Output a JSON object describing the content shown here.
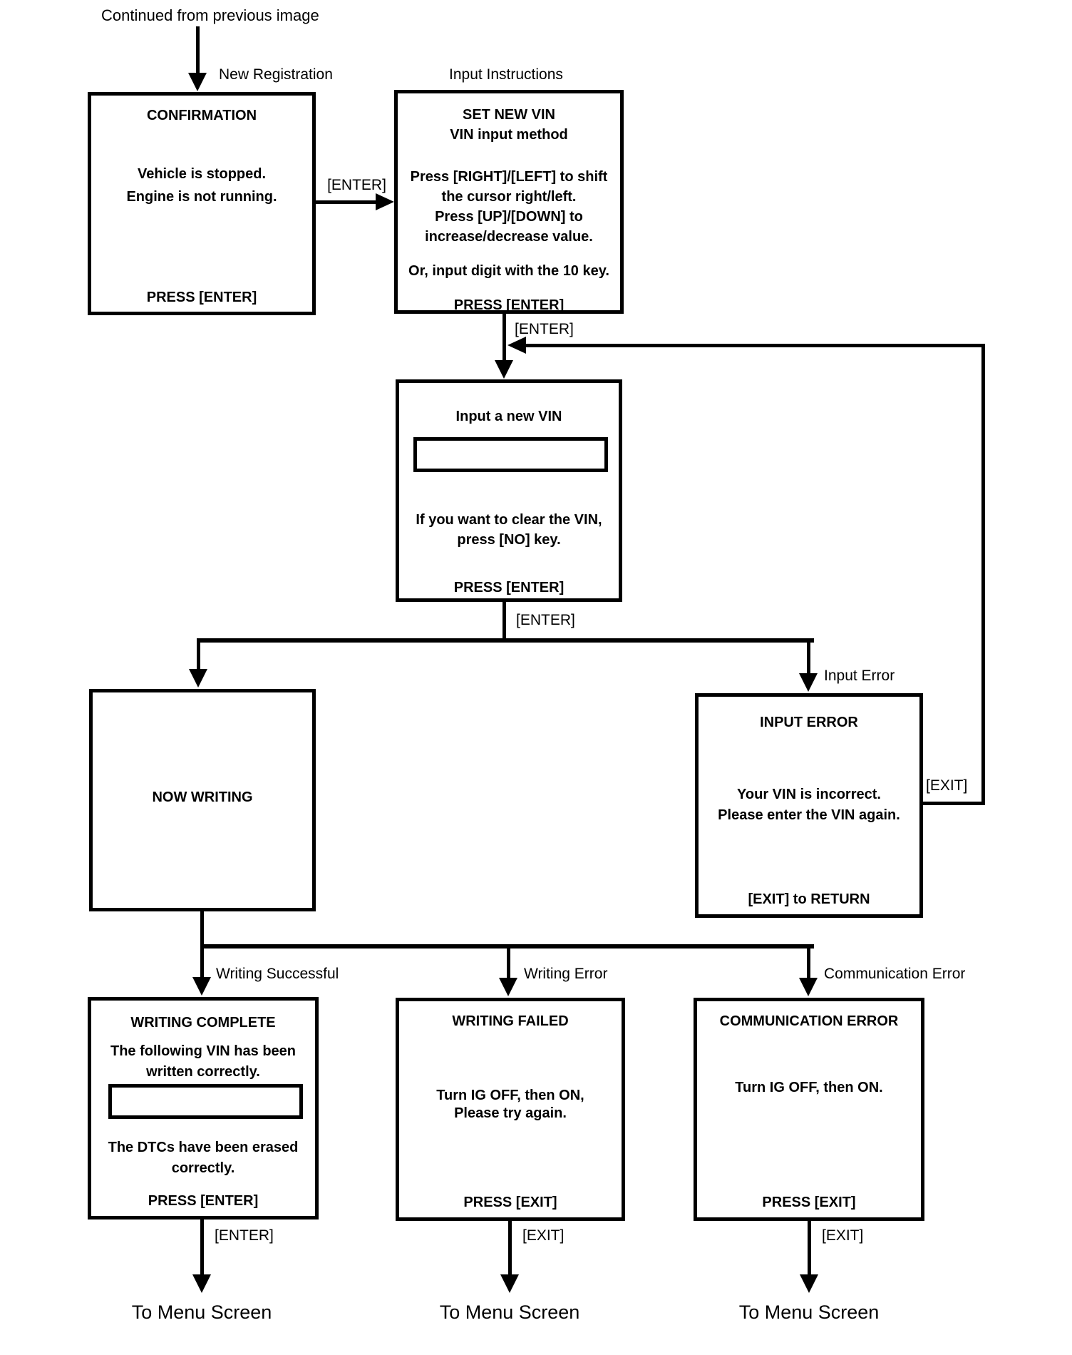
{
  "page": {
    "continued_from": "Continued from previous image"
  },
  "labels": {
    "new_registration": "New Registration",
    "input_instructions": "Input Instructions",
    "input_error": "Input Error",
    "writing_successful": "Writing Successful",
    "writing_error": "Writing Error",
    "communication_error": "Communication Error",
    "enter_key": "[ENTER]",
    "exit_key": "[EXIT]",
    "to_menu_screen": "To Menu Screen"
  },
  "screens": {
    "confirmation": {
      "title": "CONFIRMATION",
      "body": [
        "Vehicle is stopped.",
        "Engine is not running."
      ],
      "footer": "PRESS [ENTER]"
    },
    "set_new_vin": {
      "title": "SET NEW VIN",
      "subtitle": "VIN input method",
      "body": [
        "Press [RIGHT]/[LEFT] to shift",
        "the cursor right/left.",
        "Press [UP]/[DOWN] to",
        "increase/decrease value.",
        "Or, input digit with the 10 key."
      ],
      "footer": "PRESS [ENTER]"
    },
    "input_new_vin": {
      "title": "Input a new VIN",
      "vin_field_value": "",
      "body": [
        "If you want to clear the VIN,",
        "press [NO] key."
      ],
      "footer": "PRESS [ENTER]"
    },
    "now_writing": {
      "title": "NOW WRITING"
    },
    "input_error": {
      "title": "INPUT ERROR",
      "body": [
        "Your VIN is incorrect.",
        "Please enter the VIN again."
      ],
      "footer": "[EXIT] to RETURN"
    },
    "writing_complete": {
      "title": "WRITING COMPLETE",
      "body_top": [
        "The following VIN has been",
        "written correctly."
      ],
      "vin_field_value": "",
      "body_bottom": [
        "The DTCs have been erased",
        "correctly."
      ],
      "footer": "PRESS [ENTER]"
    },
    "writing_failed": {
      "title": "WRITING FAILED",
      "body": [
        "Turn IG OFF, then ON,",
        "Please try again."
      ],
      "footer": "PRESS [EXIT]"
    },
    "communication_error": {
      "title": "COMMUNICATION ERROR",
      "body": [
        "Turn IG OFF, then ON."
      ],
      "footer": "PRESS [EXIT]"
    }
  },
  "colors": {
    "line": "#000000",
    "background": "#ffffff"
  }
}
